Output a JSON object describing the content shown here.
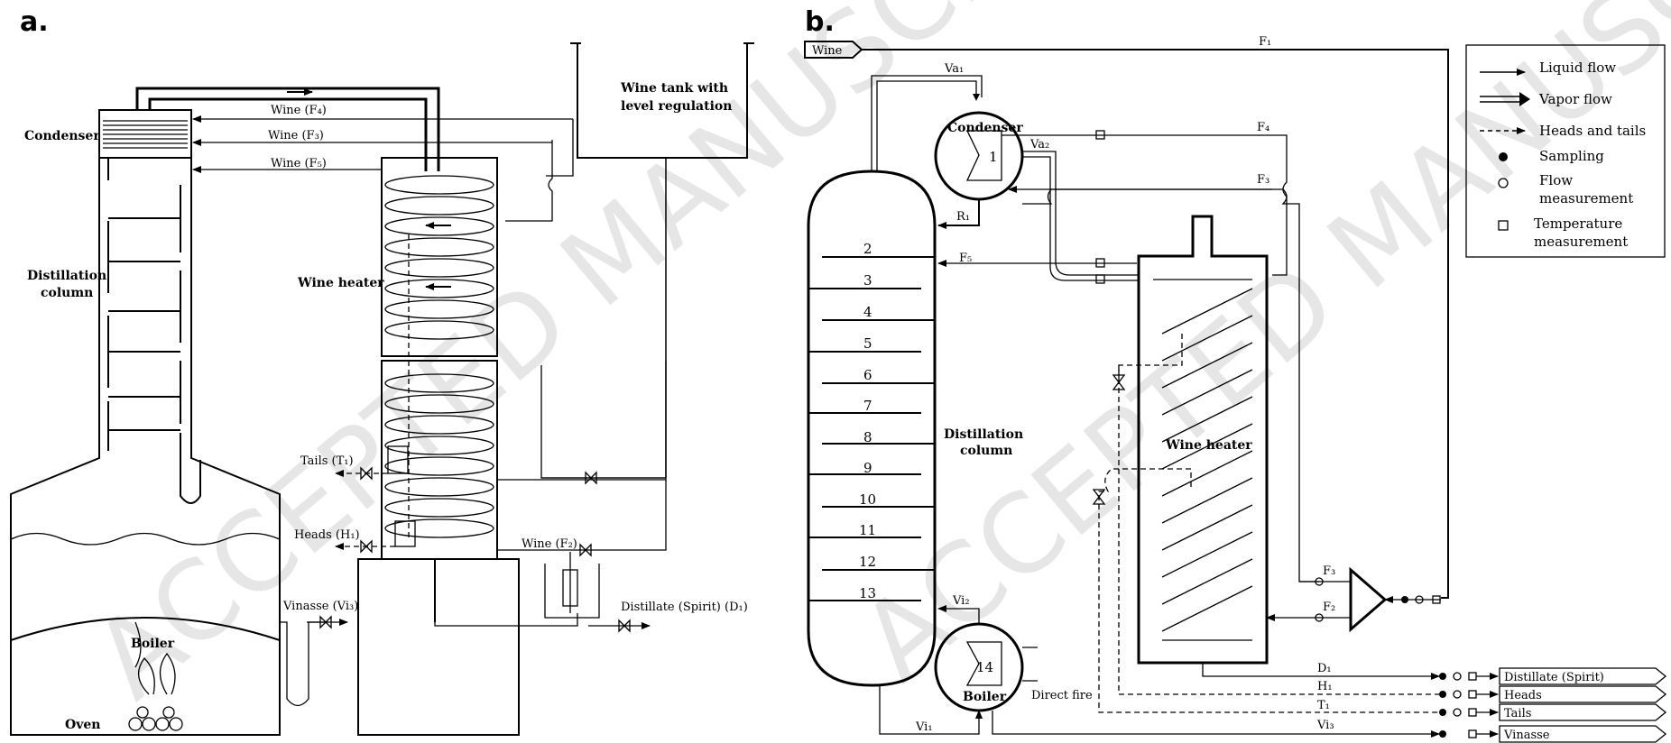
{
  "watermark": "ACCEPTED MANUSCRIPT",
  "panel_a": {
    "label": "a.",
    "condenser": "Condenser",
    "column": [
      "Distillation",
      "column"
    ],
    "wine_heater": "Wine heater",
    "wine_tank": [
      "Wine tank with",
      "level regulation"
    ],
    "boiler": "Boiler",
    "oven": "Oven",
    "wine_f4": "Wine (F₄)",
    "wine_f3": "Wine (F₃)",
    "wine_f5": "Wine (F₅)",
    "wine_f2": "Wine (F₂)",
    "tails": "Tails (T₁)",
    "heads": "Heads (H₁)",
    "vinasse": "Vinasse (Vi₃)",
    "distillate": "Distillate (Spirit) (D₁)"
  },
  "panel_b": {
    "label": "b.",
    "wine_input": "Wine",
    "f1": "F₁",
    "va1": "Va₁",
    "va2": "Va₂",
    "condenser": "Condenser",
    "condenser_num": "1",
    "r1": "R₁",
    "f4": "F₄",
    "f3": "F₃",
    "f5": "F₅",
    "f3b": "F₃",
    "f2": "F₂",
    "trays": [
      "2",
      "3",
      "4",
      "5",
      "6",
      "7",
      "8",
      "9",
      "10",
      "11",
      "12",
      "13"
    ],
    "column": [
      "Distillation",
      "column"
    ],
    "wine_heater": "Wine heater",
    "vi2": "Vi₂",
    "vi1": "Vi₁",
    "vi3": "Vi₃",
    "boiler": "Boiler",
    "boiler_num": "14",
    "direct_fire": "Direct fire",
    "d1": "D₁",
    "h1": "H₁",
    "t1": "T₁",
    "outputs": [
      "Distillate (Spirit)",
      "Heads",
      "Tails",
      "Vinasse"
    ]
  },
  "legend": {
    "liquid": "Liquid flow",
    "vapor": "Vapor flow",
    "heads_tails": "Heads and tails",
    "sampling": "Sampling",
    "flow": [
      "Flow",
      "measurement"
    ],
    "temperature": [
      "Temperature",
      "measurement"
    ]
  }
}
